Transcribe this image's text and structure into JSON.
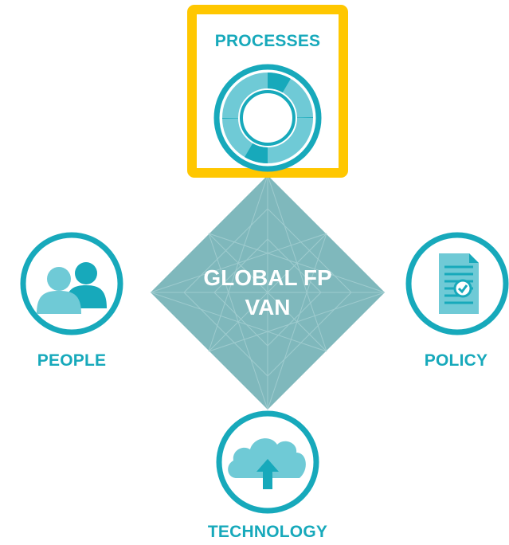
{
  "colors": {
    "teal": "#17a9bb",
    "light_teal": "#6fcad6",
    "diamond": "#7fb8bc",
    "highlight": "#ffc700",
    "white": "#ffffff"
  },
  "center": {
    "line1": "GLOBAL FP",
    "line2": "VAN"
  },
  "nodes": {
    "processes": {
      "label": "PROCESSES",
      "icon": "cycle-icon",
      "highlighted": true
    },
    "people": {
      "label": "PEOPLE",
      "icon": "people-icon"
    },
    "policy": {
      "label": "POLICY",
      "icon": "document-icon"
    },
    "technology": {
      "label": "TECHNOLOGY",
      "icon": "cloud-upload-icon"
    }
  }
}
